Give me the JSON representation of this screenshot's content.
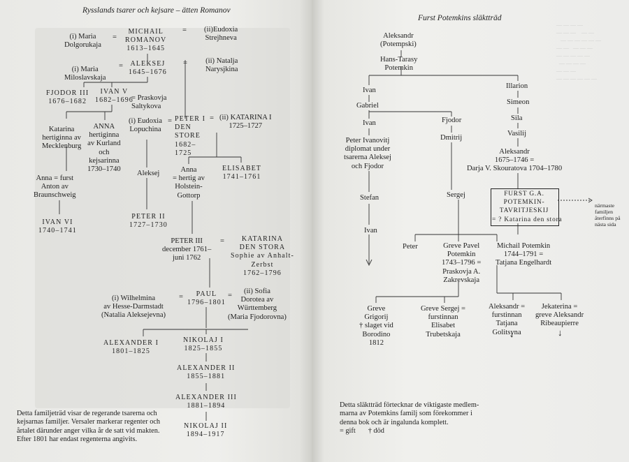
{
  "left": {
    "title": "Rysslands tsarer och kejsare – ätten Romanov",
    "n": {
      "maria_d": "(i) Maria\nDolgorukaja",
      "eq1": "=",
      "michail": "MICHAIL\nROMANOV\n1613–1645",
      "eq2": "=",
      "eudoxia_s": "(ii)Eudoxia\nStrejhneva",
      "maria_m": "(i) Maria\nMiloslavskaja",
      "eq3": "=",
      "aleksej": "ALEKSEJ\n1645–1676",
      "eq4": "=",
      "natalja": "(ii) Natalja\nNarysjkina",
      "fjodor3": "FJODOR III\n1676–1682",
      "ivan5": "IVAN V\n1682–1696",
      "praskovja": "= Praskovja\nSaltykova",
      "katarina_m": "Katarina\nhertiginna av\nMecklenburg",
      "anna_k": "ANNA\nhertiginna\nav Kurland\noch\nkejsarinna\n1730–1740",
      "eudoxia_l": "(i) Eudoxia\nLopuchina",
      "peter1_eq": "=",
      "peter1": "PETER I\nDEN\nSTORE\n1682–\n1725",
      "katarina1_eq": "=",
      "katarina1": "(ii) KATARINA I\n1725–1727",
      "anna_b": "Anna = furst\nAnton av\nBraunschweig",
      "aleksej_p": "Aleksej",
      "anna_h": "Anna\n= hertig av\nHolstein-\nGottorp",
      "elisabet": "ELISABET\n1741–1761",
      "ivan6": "IVAN VI\n1740–1741",
      "peter2": "PETER II\n1727–1730",
      "peter3": "PETER III\ndecember 1761–\njuni 1762",
      "eq_p3": "=",
      "katarina2": "KATARINA\nDEN STORA\nSophie av Anhalt-\nZerbst\n1762–1796",
      "wilhelmina": "(i) Wilhelmina\nav Hesse-Darmstadt\n(Natalia Aleksejevna)",
      "eq_pa1": "=",
      "paul": "PAUL\n1796–1801",
      "eq_pa2": "=",
      "sofia": "(ii) Sofia\nDorotea av\nWürttemberg\n(Maria Fjodorovna)",
      "alexander1": "ALEXANDER I\n1801–1825",
      "nikolaj1": "NIKOLAJ I\n1825–1855",
      "alexander2": "ALEXANDER II\n1855–1881",
      "alexander3": "ALEXANDER III\n1881–1894",
      "nikolaj2": "NIKOLAJ II\n1894–1917"
    },
    "note": "Detta familjeträd visar de regerande tsarerna och\nkejsarnas familjer. Versaler markerar regenter och\nårtalet därunder anger vilka år de satt vid makten.\nEfter 1801 har endast regenterna angivits."
  },
  "right": {
    "title": "Furst Potemkins släktträd",
    "n": {
      "aleksandr_p": "Aleksandr\n(Potempski)",
      "hans": "Hans-Tarasy\nPotemkin",
      "ivan_a": "Ivan",
      "illarion": "Illarion",
      "gabriel": "Gabriel",
      "simeon": "Simeon",
      "ivan_b": "Ivan",
      "fjodor": "Fjodor",
      "sila": "Sila",
      "vasilij": "Vasilij",
      "peter_iv": "Peter Ivanovitj\ndiplomat under\ntsarerna Aleksej\noch Fjodor",
      "dmitrij": "Dmitrij",
      "aleksandr_v": "Aleksandr\n1675–1746 =\nDarja V. Skouratova 1704–1780",
      "stefan": "Stefan",
      "sergej": "Sergej",
      "furst": "FURST G.A.\nPOTEMKIN-\nTAVRITJESKIJ\n= ? Katarina den stora",
      "arrow_note": "närmaste\nfamiljen\nåterfinns på\nnästa sida",
      "ivan_c": "Ivan",
      "peter_b": "Peter",
      "pavel": "Greve Pavel\nPotemkin\n1743–1796 =\nPraskovja A.\nZakrevskaja",
      "michail_p": "Michail Potemkin\n1744–1791 =\nTatjana Engelhardt",
      "grigorij": "Greve\nGrigorij\n† slaget vid\nBorodino\n1812",
      "sergej_g": "Greve Sergej =\nfurstinnan\nElisabet\nTrubetskaja",
      "aleksandr_g": "Aleksandr =\nfurstinnan\nTatjana\nGolitsyna",
      "jekaterina": "Jekaterina =\ngreve Aleksandr\nRibeaupierre",
      "down_arrow_1": "↓",
      "down_arrow_2": "↓"
    },
    "note": "Detta släktträd förtecknar de viktigaste medlem-\nmarna av Potemkins familj som förekommer i\ndenna bok och är ingalunda komplett.\n= gift       † död"
  }
}
